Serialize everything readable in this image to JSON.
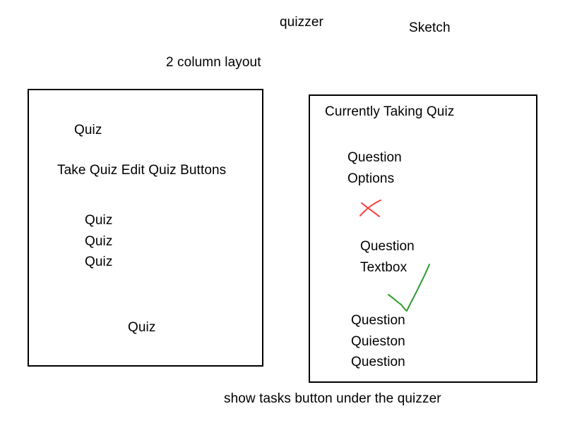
{
  "header": {
    "title": "quizzer",
    "sketch_label": "Sketch",
    "layout_label": "2 column layout"
  },
  "left_column": {
    "title": "Quiz",
    "buttons_label": "Take Quiz Edit Quiz Buttons",
    "quiz_items": [
      "Quiz",
      "Quiz",
      "Quiz"
    ],
    "bottom_item": "Quiz"
  },
  "right_column": {
    "title": "Currently Taking Quiz",
    "question_options": [
      "Question",
      "Options"
    ],
    "question_textbox": [
      "Question",
      "Textbox"
    ],
    "question_list": [
      "Question",
      "Quieston",
      "Question"
    ]
  },
  "footer": {
    "note": "show tasks button under the quizzer"
  },
  "marks": {
    "cross_color": "#ff3b3b",
    "check_color": "#2e9a2e",
    "cross_icon": "red-x-mark",
    "check_icon": "green-checkmark"
  }
}
